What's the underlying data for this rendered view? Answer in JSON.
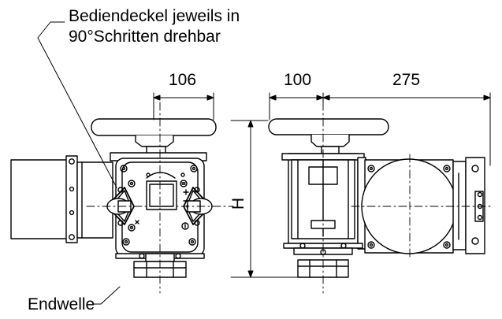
{
  "callout_top_line1": "Bediendeckel jeweils in",
  "callout_top_line2": "90°Schritten drehbar",
  "callout_bottom": "Endwelle",
  "dim_left_width": "106",
  "dim_mid_width": "100",
  "dim_right_width": "275",
  "dim_height": "H"
}
